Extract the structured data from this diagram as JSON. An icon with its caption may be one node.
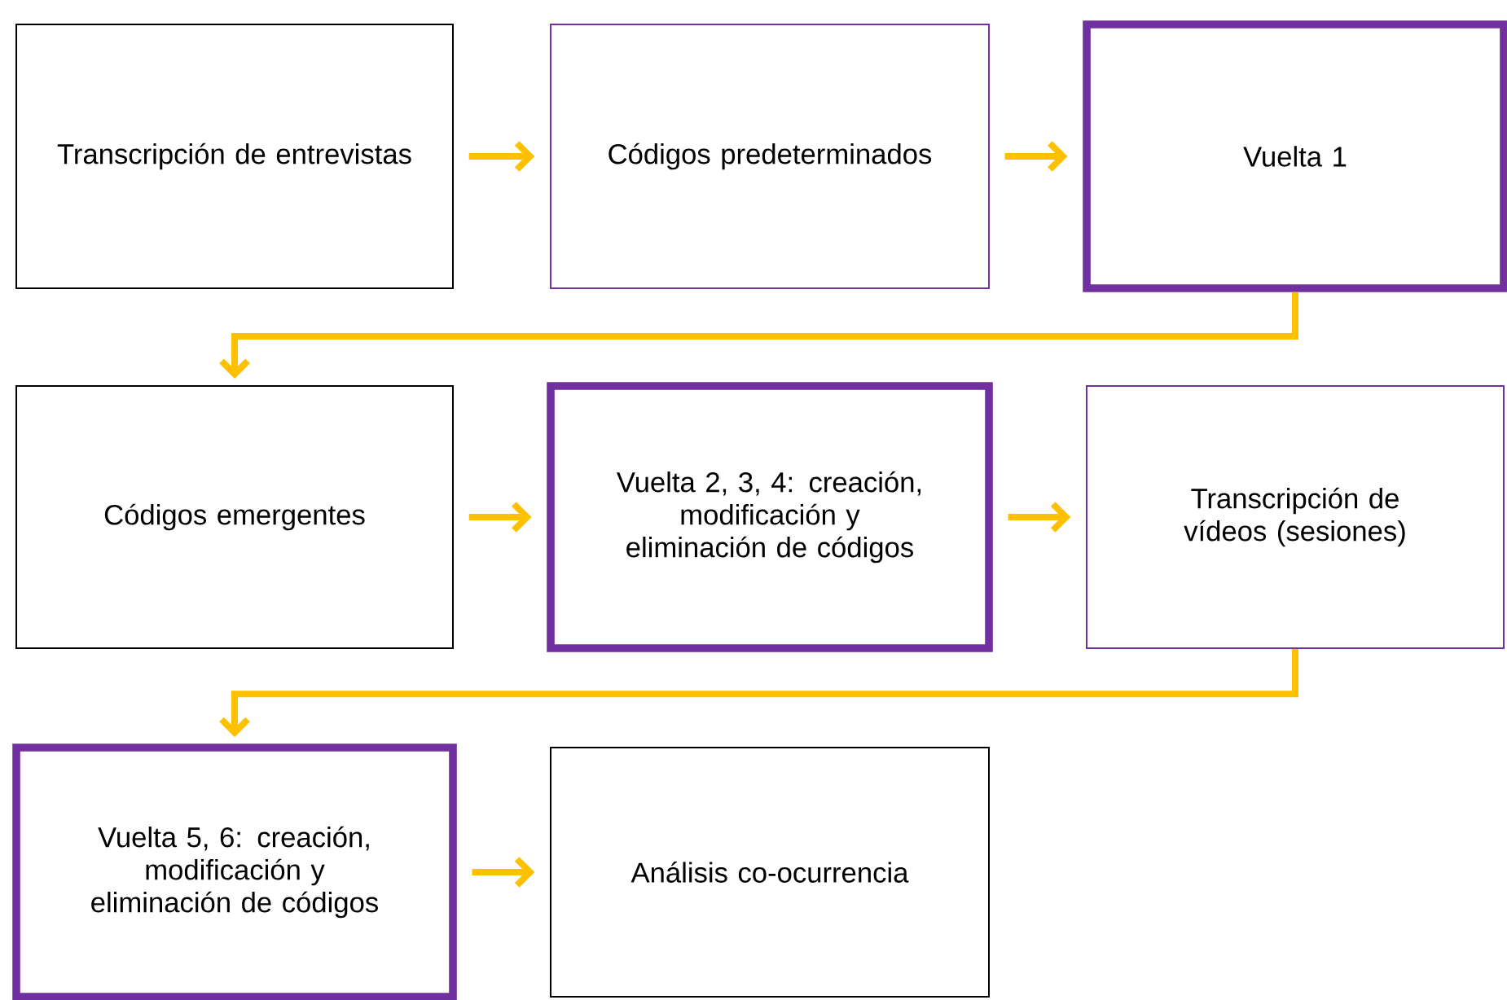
{
  "diagram": {
    "nodes": [
      {
        "text": [
          "Transcripción de entrevistas"
        ]
      },
      {
        "text": [
          "Códigos predeterminados"
        ]
      },
      {
        "text": [
          "Vuelta 1"
        ]
      },
      {
        "text": [
          "Códigos emergentes"
        ]
      },
      {
        "text": [
          "Vuelta 2, 3, 4: creación, modificación y eliminación de códigos"
        ]
      },
      {
        "text": [
          "Transcripción de vídeos (sesiones)"
        ]
      },
      {
        "text": [
          "Vuelta 5, 6: creación, modificación y eliminación de códigos"
        ]
      },
      {
        "text": [
          "Análisis co-ocurrencia"
        ]
      }
    ],
    "edges": [
      {
        "from": 0,
        "to": 1,
        "arrow": "to"
      },
      {
        "from": 1,
        "to": 2,
        "arrow": "to"
      },
      {
        "from": 2,
        "to": 3,
        "arrow": "to"
      },
      {
        "from": 3,
        "to": 4,
        "arrow": "to"
      },
      {
        "from": 4,
        "to": 5,
        "arrow": "to"
      },
      {
        "from": 5,
        "to": 6,
        "arrow": "to"
      },
      {
        "from": 6,
        "to": 7,
        "arrow": "to"
      }
    ]
  }
}
